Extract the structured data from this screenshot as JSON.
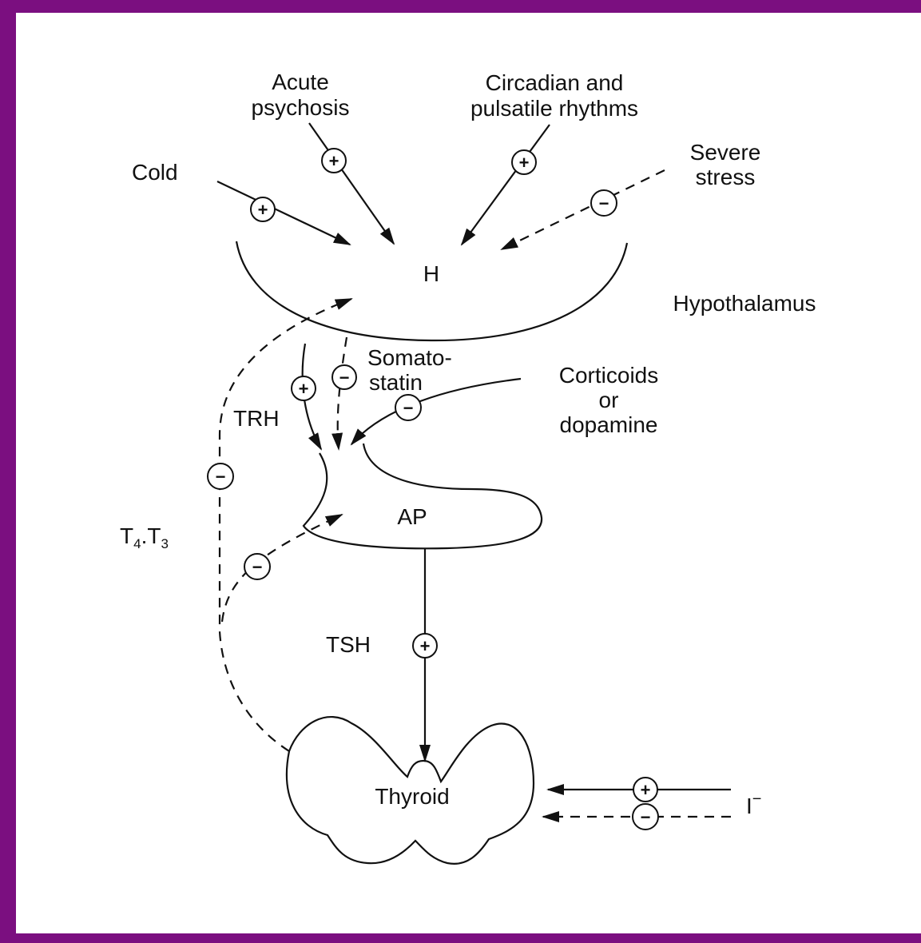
{
  "diagram": {
    "inputs": {
      "acute_psychosis": [
        "Acute",
        "psychosis"
      ],
      "circadian": [
        "Circadian and",
        "pulsatile rhythms"
      ],
      "cold": "Cold",
      "severe_stress": [
        "Severe",
        "stress"
      ]
    },
    "hypothalamus": {
      "abbrev": "H",
      "name": "Hypothalamus"
    },
    "somatostatin": [
      "Somato-",
      "statin"
    ],
    "corticoids": [
      "Corticoids",
      "or",
      "dopamine"
    ],
    "trh": "TRH",
    "feedback": {
      "t4": "T",
      "sub4": "4",
      "dot": ".",
      "t3": "T",
      "sub3": "3"
    },
    "ap": "AP",
    "tsh": "TSH",
    "thyroid": "Thyroid",
    "iodide": {
      "symbol": "I",
      "charge": "−"
    },
    "signs": {
      "plus": "+",
      "minus": "−"
    }
  }
}
